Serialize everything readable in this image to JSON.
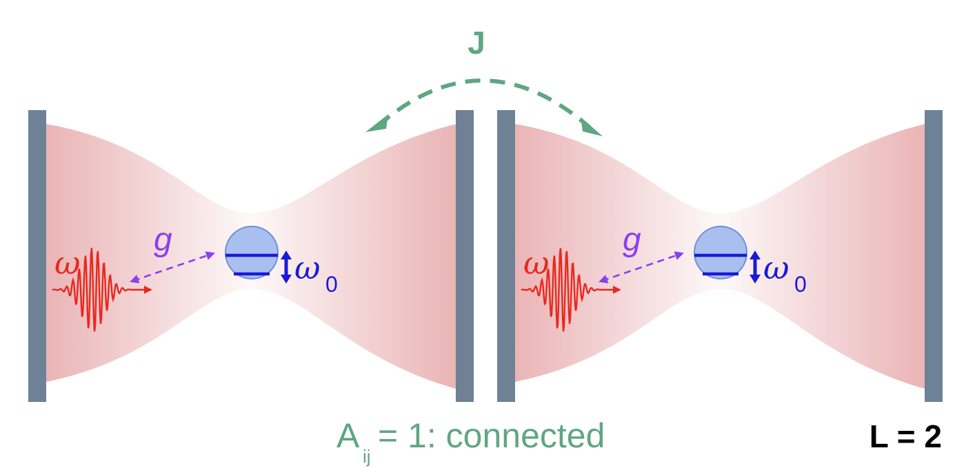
{
  "coupling_label": "J",
  "cavities": [
    {
      "photon_label": "ω",
      "coupling_label": "g",
      "atom_label": "ω",
      "atom_subscript": "0"
    },
    {
      "photon_label": "ω",
      "coupling_label": "g",
      "atom_label": "ω",
      "atom_subscript": "0"
    }
  ],
  "adjacency": {
    "symbol": "A",
    "subscript": "ij",
    "text": " = 1: connected"
  },
  "length_label": "L = 2",
  "colors": {
    "mirror": "#6e8196",
    "beam": "#d9777a",
    "photon": "#e8281e",
    "coupling_g": "#8a3ff0",
    "atom_fill": "#a9bff0",
    "atom_stroke": "#6d8ed8",
    "atom_levels": "#1a1ad6",
    "hopping_J": "#5fa682",
    "text_black": "#000000"
  }
}
